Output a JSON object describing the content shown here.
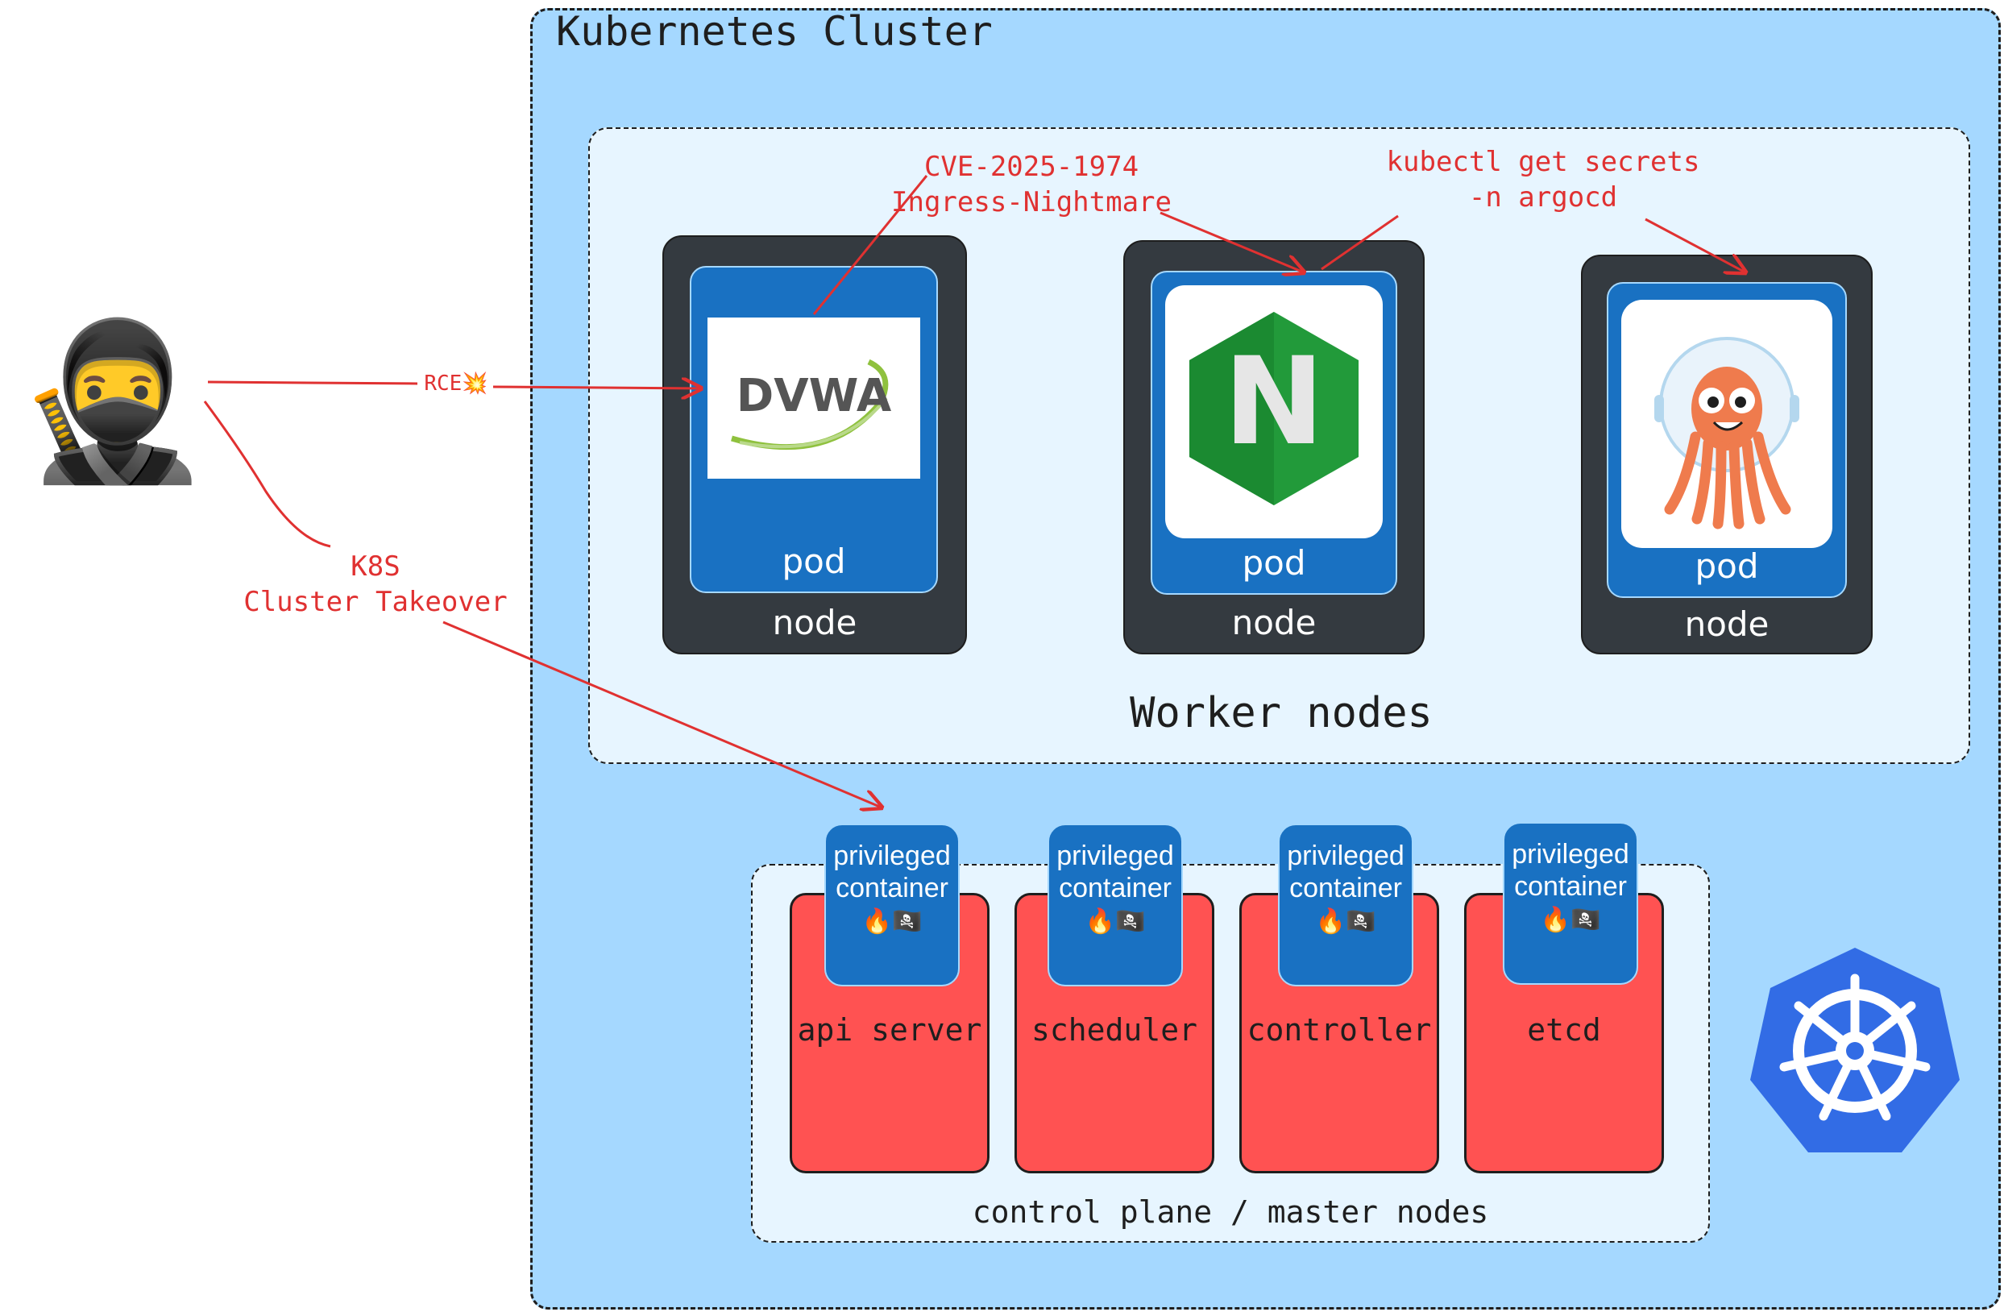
{
  "cluster": {
    "title": "Kubernetes Cluster"
  },
  "worker_nodes": {
    "label": "Worker nodes",
    "nodes": [
      {
        "node_label": "node",
        "pod_label": "pod",
        "app": "DVWA",
        "app_icon": "dvwa-logo"
      },
      {
        "node_label": "node",
        "pod_label": "pod",
        "app": "N",
        "app_icon": "nginx-logo"
      },
      {
        "node_label": "node",
        "pod_label": "pod",
        "app": "",
        "app_icon": "argo-octopus-logo"
      }
    ]
  },
  "control_plane": {
    "label": "control plane / master nodes",
    "components": [
      {
        "name": "api server",
        "privileged": "privileged",
        "container": "container",
        "icons": "🔥🏴‍☠️"
      },
      {
        "name": "scheduler",
        "privileged": "privileged",
        "container": "container",
        "icons": "🔥🏴‍☠️"
      },
      {
        "name": "controller",
        "privileged": "privileged",
        "container": "container",
        "icons": "🔥🏴‍☠️"
      },
      {
        "name": "etcd",
        "privileged": "privileged",
        "container": "container",
        "icons": "🔥🏴‍☠️"
      }
    ]
  },
  "attacker": {
    "icon": "ninja-icon",
    "glyph": "🥷"
  },
  "annotations": {
    "rce": "RCE💥",
    "cve_line1": "CVE-2025-1974",
    "cve_line2": "Ingress-Nightmare",
    "kubectl_line1": "kubectl get secrets",
    "kubectl_line2": "-n argocd",
    "takeover_line1": "K8S",
    "takeover_line2": "Cluster Takeover"
  },
  "colors": {
    "cluster_bg": "#a5d8ff",
    "worker_bg": "#e7f5ff",
    "node_bg": "#343a40",
    "pod_bg": "#1971c2",
    "control_component": "#ff5252",
    "arrow": "#e03131",
    "nginx_green": "#229a3a",
    "k8s_blue": "#326ce5"
  }
}
